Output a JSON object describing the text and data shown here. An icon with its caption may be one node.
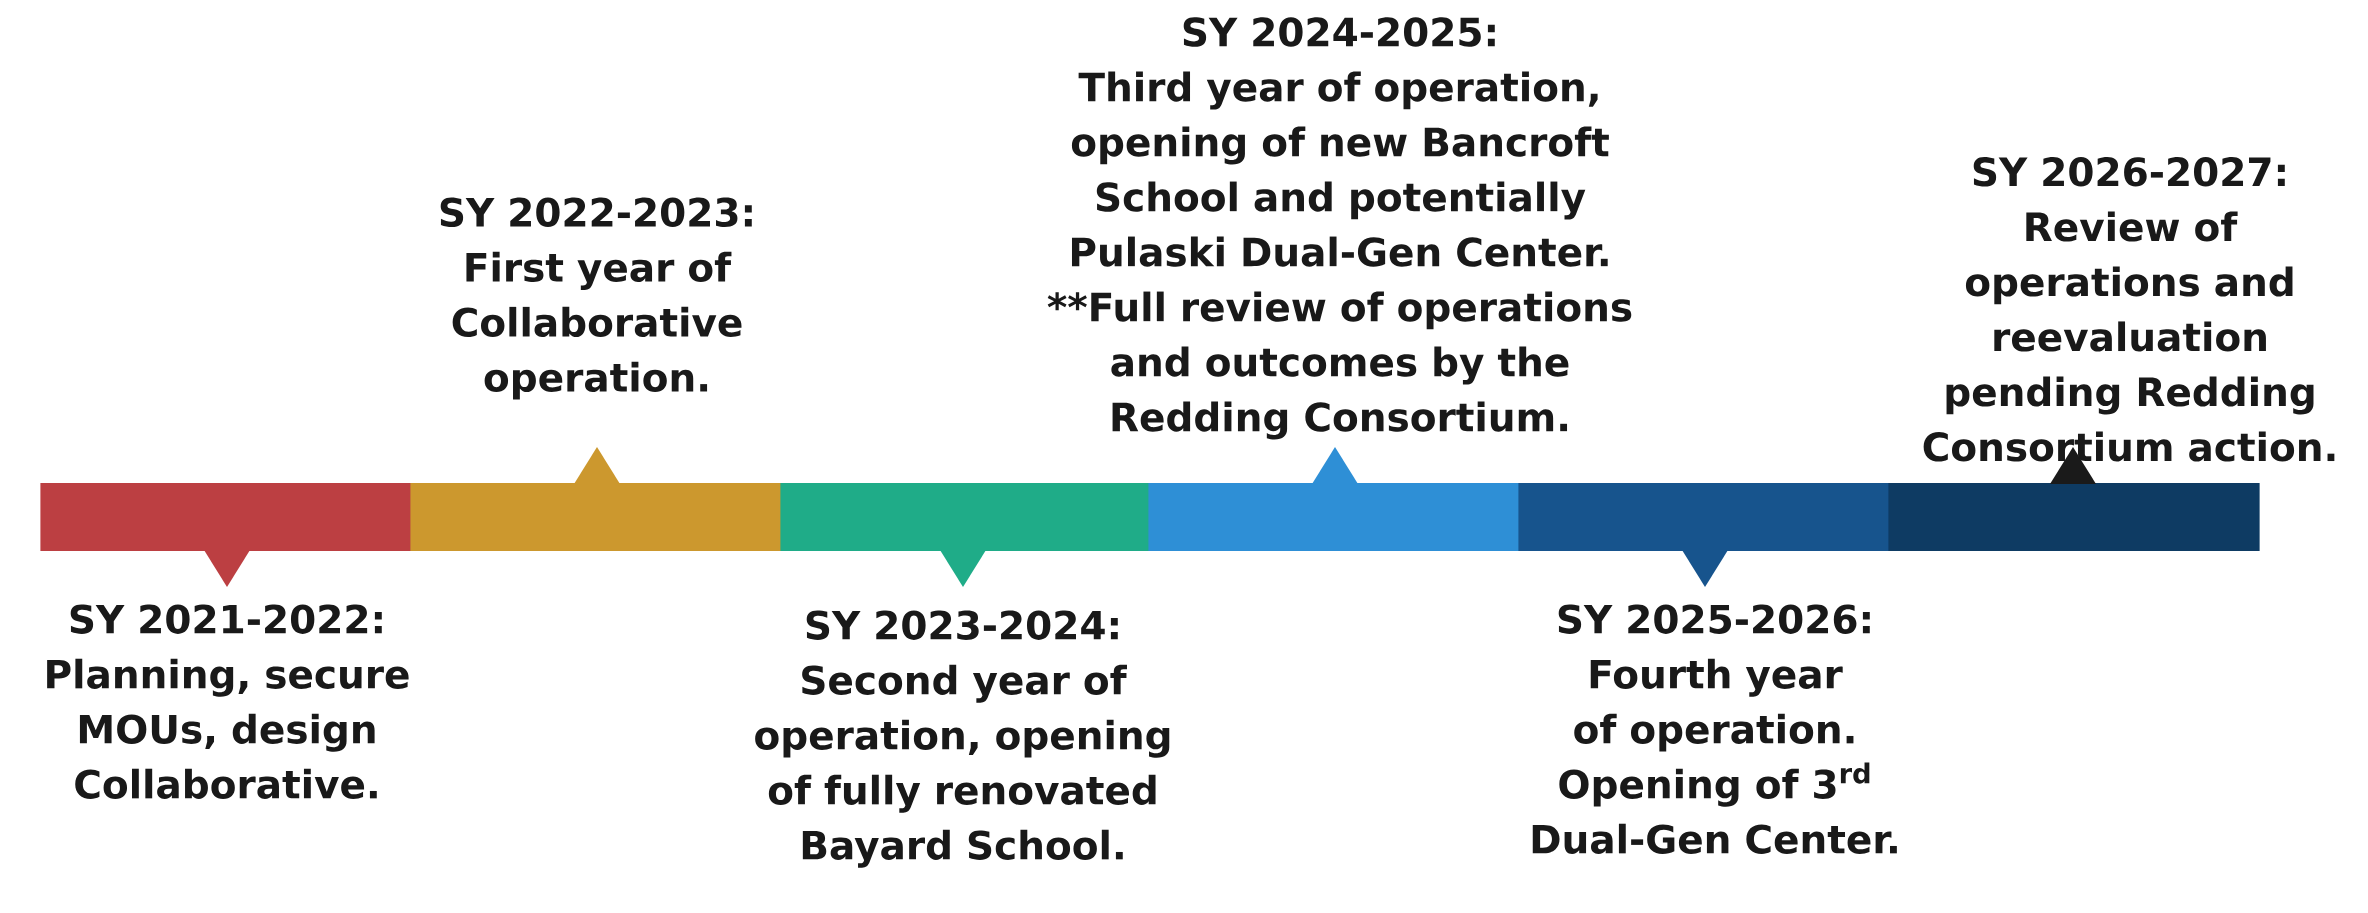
{
  "diagram": {
    "nodes": [
      {
        "text": [],
        "shape": "bar",
        "beside": [
          "SY 2021-2022:",
          "Planning, secure MOUs, design Collaborative."
        ]
      },
      {
        "text": [],
        "shape": "bar",
        "beside": [
          "SY 2022-2023:",
          "First year of Collaborative operation."
        ]
      },
      {
        "text": [],
        "shape": "bar",
        "beside": [
          "SY 2023-2024:",
          "Second year of operation, opening of fully renovated Bayard School."
        ]
      },
      {
        "text": [],
        "shape": "bar",
        "beside": [
          "SY 2024-2025:",
          "Third year of operation, opening of new Bancroft School and potentially Pulaski Dual-Gen Center. **Full review of operations and outcomes by the Redding Consortium."
        ]
      },
      {
        "text": [],
        "shape": "bar",
        "beside": [
          "SY 2025-2026:",
          "Fourth year of operation. Opening of 3$^{rd}$ Dual-Gen Center."
        ]
      },
      {
        "text": [],
        "shape": "bar",
        "beside": [
          "SY 2026-2027:",
          "Review of operations and reevaluation pending Redding Consortium action."
        ]
      }
    ]
  }
}
